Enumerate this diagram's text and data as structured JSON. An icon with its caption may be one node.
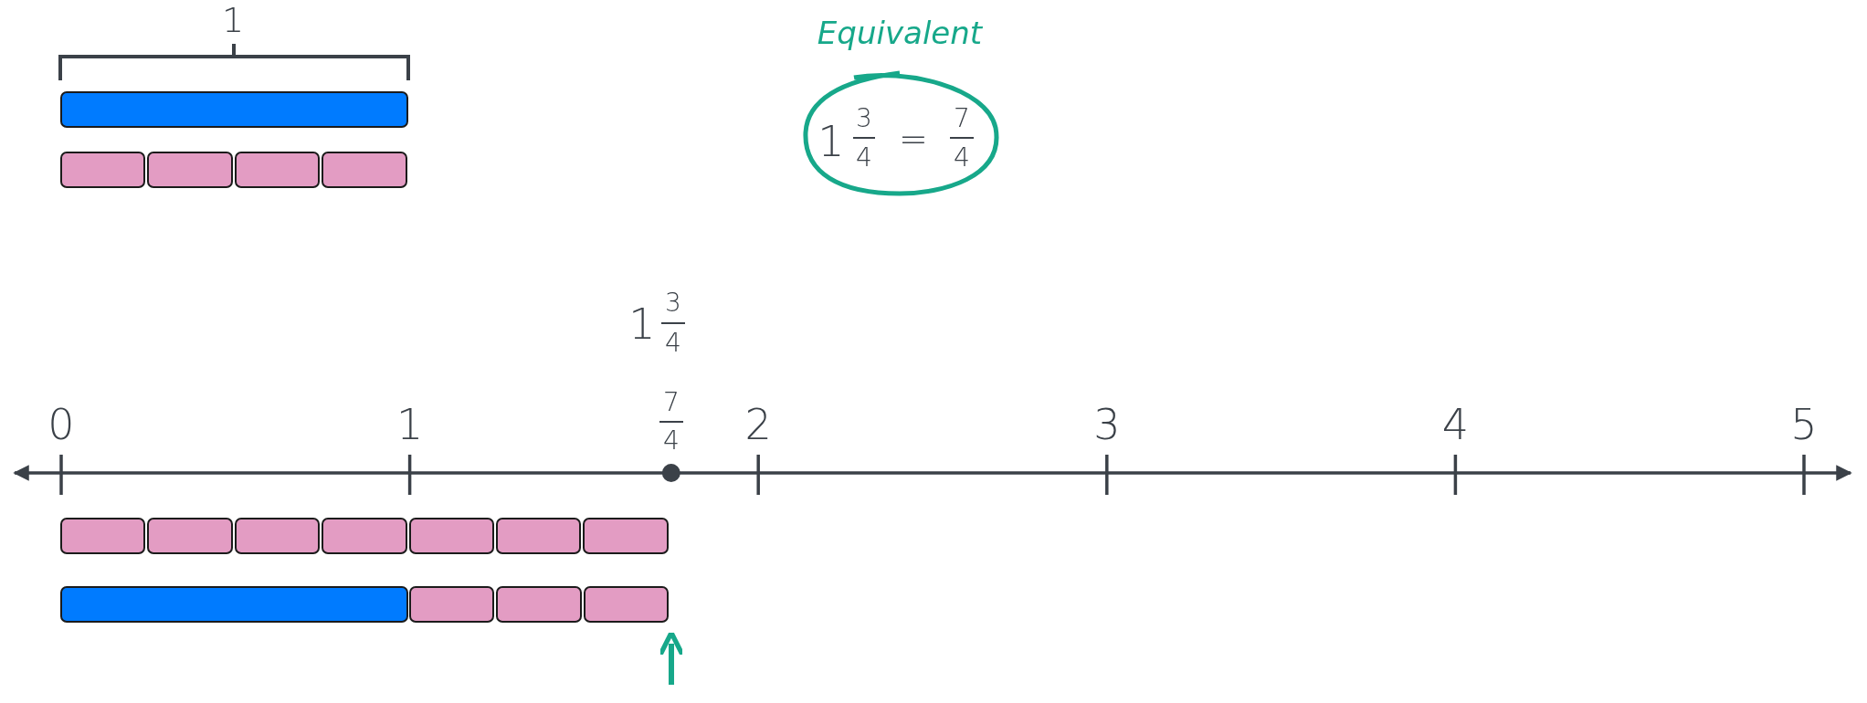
{
  "diagram": {
    "nodes": [
      {
        "text": [],
        "shape": "bar"
      },
      {
        "text": [],
        "shape": "bar"
      },
      {
        "text": [],
        "shape": "bar"
      },
      {
        "text": [],
        "shape": "bar"
      },
      {
        "text": [],
        "shape": "bar"
      },
      {
        "text": [],
        "shape": "bar"
      },
      {
        "text": [],
        "shape": "bar"
      },
      {
        "text": [],
        "shape": "bar"
      },
      {
        "text": [],
        "shape": "bar"
      },
      {
        "text": [],
        "shape": "bar"
      },
      {
        "text": [],
        "shape": "bar"
      },
      {
        "text": [],
        "shape": "bar"
      },
      {
        "text": [],
        "shape": "bar"
      },
      {
        "text": [],
        "shape": "bar"
      },
      {
        "text": [],
        "shape": "bar"
      },
      {
        "text": [],
        "shape": "bar"
      }
    ],
    "labels": [
      "1",
      "Equivalent",
      "1",
      "3",
      "4",
      "=",
      "7",
      "4",
      "1",
      "3",
      "4",
      "7",
      "4",
      "0",
      "1",
      "2",
      "3",
      "4",
      "5"
    ]
  }
}
